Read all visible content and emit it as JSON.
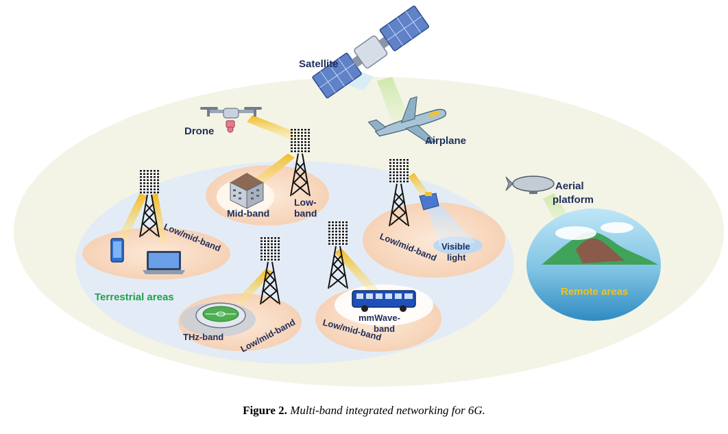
{
  "labels": {
    "satellite": "Satellite",
    "airplane": "Airplane",
    "drone": "Drone",
    "aerial_platform_line1": "Aerial",
    "aerial_platform_line2": "platform",
    "mid_band": "Mid-band",
    "low_band_line1": "Low-",
    "low_band_line2": "band",
    "low_mid_band_left": "Low/mid-band",
    "low_mid_band_right": "Low/mid-band",
    "visible_light_line1": "Visible",
    "visible_light_line2": "light",
    "terrestrial_areas": "Terrestrial areas",
    "thz_band": "THz-band",
    "low_mid_band_stadium": "Low/mid-band",
    "mmwave_line1": "mmWave-",
    "mmwave_line2": "band",
    "low_mid_band_bus": "Low/mid-band",
    "remote_areas": "Remote areas"
  },
  "caption": {
    "label": "Figure 2.",
    "text": "Multi-band integrated networking for 6G."
  },
  "colors": {
    "outer_ellipse": "#f3f4e6",
    "terrestrial_ellipse": "#e3ecf6",
    "cell_fill": "#f8dcc6",
    "label_text": "#1f2d5a",
    "terrestrial_text": "#21a24a",
    "remote_text": "#f3c21a",
    "beam": "#f6c948"
  }
}
